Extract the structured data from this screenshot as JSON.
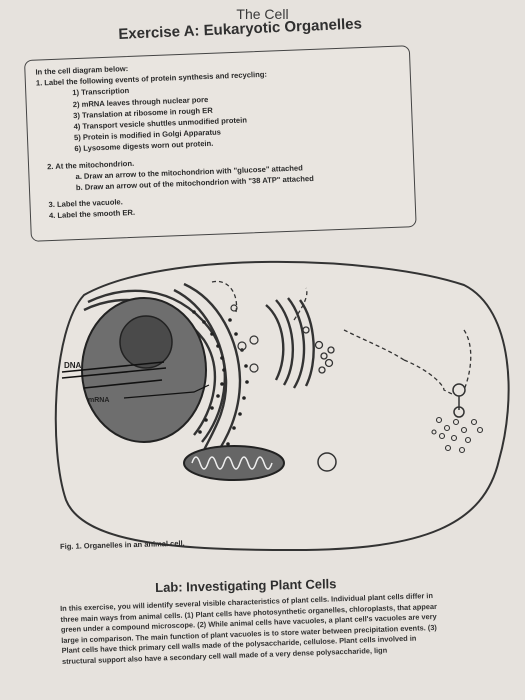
{
  "header": {
    "title": "The Cell",
    "exercise": "Exercise A: Eukaryotic Organelles"
  },
  "instructions": {
    "intro": "In the cell diagram below:",
    "item1": "1.  Label the following events of protein synthesis and recycling:",
    "sub1": [
      "1)  Transcription",
      "2)  mRNA leaves through nuclear pore",
      "3)  Translation at ribosome in rough ER",
      "4)  Transport vesicle shuttles unmodified protein",
      "5)  Protein is modified in Golgi Apparatus",
      "6)  Lysosome digests worn out protein."
    ],
    "item2": "2.  At the mitochondrion.",
    "sub2": [
      "a.  Draw an arrow to the mitochondrion with \"glucose\" attached",
      "b.  Draw an arrow out of the mitochondrion with \"38 ATP\" attached"
    ],
    "item3": "3.  Label the vacuole.",
    "item4": "4.  Label the smooth ER."
  },
  "diagram": {
    "dna_label": "DNA",
    "mrna_label": "mRNA",
    "caption": "Fig. 1. Organelles in an animal cell."
  },
  "lab": {
    "title": "Lab: Investigating Plant Cells",
    "lines": [
      "In this exercise, you will identify several visible characteristics of plant cells. Individual plant cells differ in",
      "three main ways from animal cells. (1) Plant cells have photosynthetic organelles, chloroplasts, that appear",
      "green under a compound microscope. (2) While animal cells have vacuoles, a plant cell's vacuoles are very",
      "large in comparison. The main function of plant vacuoles is to store water between precipitation events. (3)",
      "Plant cells have thick primary cell walls made of the polysaccharide, cellulose. Plant cells involved in",
      "structural support also have a secondary cell wall made of a very dense polysaccharide, lign"
    ]
  }
}
